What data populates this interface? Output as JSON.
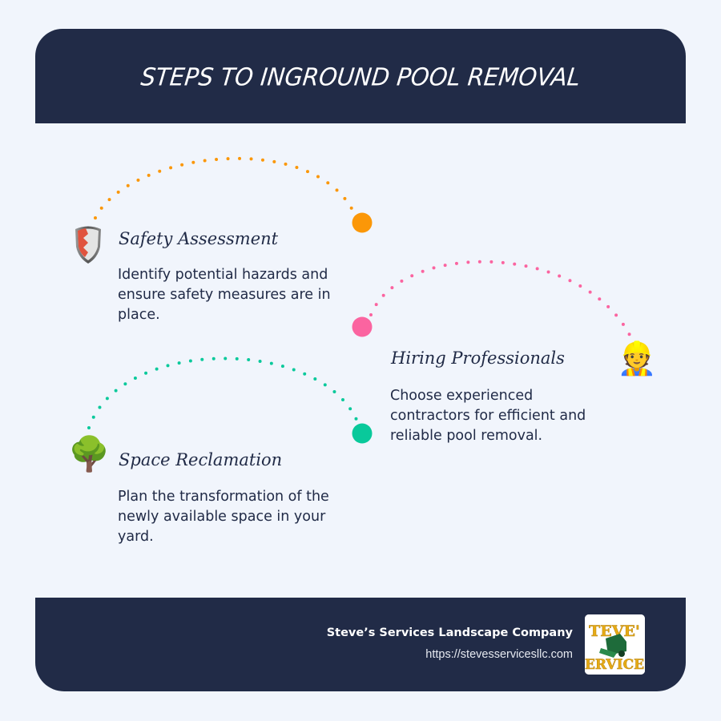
{
  "header": {
    "title": "STEPS TO INGROUND POOL REMOVAL"
  },
  "colors": {
    "navy": "#212b47",
    "background": "#f1f5fc",
    "orange": "#fb9708",
    "pink": "#fb64a0",
    "teal": "#09c99b"
  },
  "steps": [
    {
      "title": "Safety Assessment",
      "description": "Identify potential hazards and ensure safety measures are in place.",
      "icon": "shield-icon",
      "icon_glyph": "🛡️",
      "color": "#fb9708"
    },
    {
      "title": "Hiring Professionals",
      "description": "Choose experienced contractors for efficient and reliable pool removal.",
      "icon": "construction-worker-icon",
      "icon_glyph": "👷",
      "color": "#fb64a0"
    },
    {
      "title": "Space Reclamation",
      "description": "Plan the transformation of the newly available space in your yard.",
      "icon": "tree-icon",
      "icon_glyph": "🌳",
      "color": "#09c99b"
    }
  ],
  "footer": {
    "company": "Steve’s Services Landscape Company",
    "url": "https://stevesservicesllc.com",
    "logo_text_top": "TEVE'",
    "logo_text_bottom": "ERVICE"
  }
}
